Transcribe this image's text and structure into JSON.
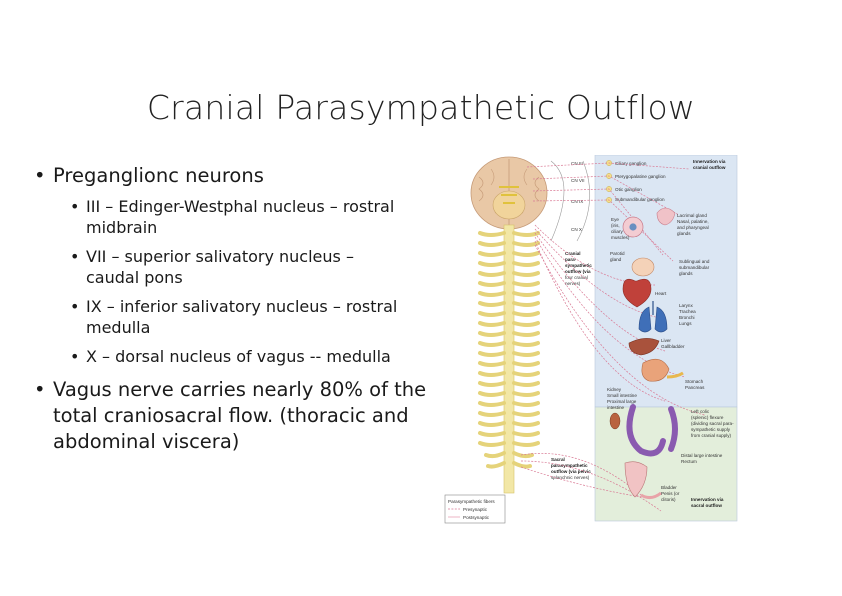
{
  "slide": {
    "title": "Cranial Parasympathetic Outflow",
    "bullets": [
      {
        "text": "Preganglionc neurons",
        "subitems": [
          [
            "III – Edinger-Westphal nucleus – rostral",
            "midbrain"
          ],
          [
            "VII – superior salivatory nucleus –",
            "caudal pons"
          ],
          [
            "IX – inferior salivatory nucleus – rostral",
            "medulla"
          ],
          [
            "X – dorsal nucleus of vagus -- medulla"
          ]
        ]
      },
      {
        "lines": [
          "Vagus nerve carries nearly 80% of the",
          "total craniosacral flow. (thoracic and",
          "abdominal viscera)"
        ]
      }
    ],
    "bullet_glyph": "•"
  },
  "figure": {
    "cranial_nerves": [
      "CN III",
      "CN VII",
      "CN IX",
      "CN X"
    ],
    "ganglia": [
      "Ciliary ganglion",
      "Pterygopalatine ganglion",
      "Otic ganglion",
      "Submandibular ganglion"
    ],
    "cranial_header": [
      "Innervation via",
      "cranial outflow"
    ],
    "sacral_header": [
      "Innervation via",
      "sacral outflow"
    ],
    "cranial_outflow_label": [
      "Cranial",
      "para-",
      "sympathetic",
      "outflow (via",
      "four cranial",
      "nerves)"
    ],
    "sacral_outflow_label": [
      "Sacral",
      "parasympathetic",
      "outflow (via pelvic",
      "splanchnic nerves)"
    ],
    "organs": {
      "eye": [
        "Eye",
        "(iris,",
        "ciliary",
        "muscles)"
      ],
      "lacrimal": [
        "Lacrimal gland",
        "Nasal, palatine,",
        "and pharyngeal",
        "glands"
      ],
      "parotid": [
        "Parotid",
        "gland"
      ],
      "sublingual": [
        "Sublingual and",
        "submandibular",
        "glands"
      ],
      "heart": [
        "Heart"
      ],
      "lungs": [
        "Larynx",
        "Trachea",
        "Bronchi",
        "Lungs"
      ],
      "liver": [
        "Liver",
        "Gallbladder"
      ],
      "stomach": [
        "Stomach",
        "Pancreas"
      ],
      "kidney": [
        "Kidney",
        "Small intestine",
        "Proximal large",
        "intestine"
      ],
      "colic": [
        "Left colic",
        "(splenic) flexure",
        "(dividing sacral para-",
        "sympathetic supply",
        "from cranial supply)"
      ],
      "distal": [
        "Distal large intestine",
        "Rectum"
      ],
      "bladder": [
        "Bladder",
        "Penis (or",
        "clitoris)"
      ]
    },
    "legend": {
      "title": "Parasympathetic fibers",
      "presynaptic": "Presynaptic",
      "postsynaptic": "Postsynaptic"
    },
    "colors": {
      "cranial_bg": "#dbe6f3",
      "sacral_bg": "#e3eedb",
      "cord": "#f2e7a6",
      "fiber_pre": "#d97a95",
      "fiber_post": "#e8a3b5",
      "brain": "#e9c8a6"
    }
  }
}
